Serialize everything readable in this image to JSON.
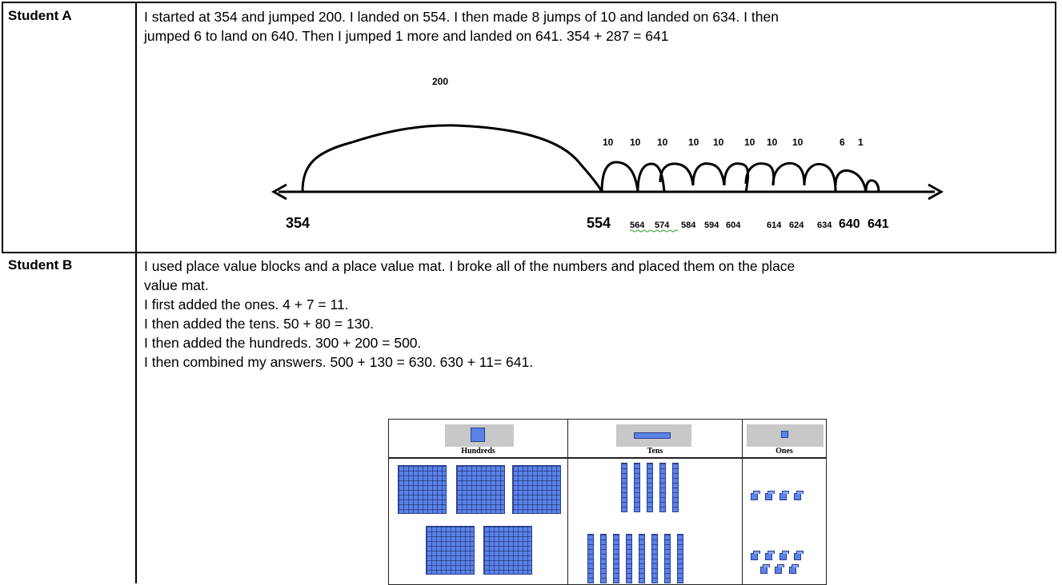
{
  "rows": [
    {
      "label": "Student A",
      "lines": [
        "I started at 354 and jumped 200. I landed on 554. I then made 8 jumps of 10 and landed on 634. I then",
        "jumped 6 to land on 640. Then I jumped 1 more and landed on 641. 354 + 287 = 641"
      ]
    },
    {
      "label": "Student B",
      "lines": [
        "I used place value blocks and a place value mat. I broke all of the numbers and placed them on the place",
        "value mat.",
        "I first added the ones. 4 + 7 = 11.",
        "I then added the tens. 50 + 80 = 130.",
        "I then added the hundreds. 300 + 200 = 500.",
        "I then combined my answers. 500 + 130 = 630. 630 + 11= 641."
      ]
    }
  ],
  "number_line": {
    "big_jump_label": "200",
    "small_jump_labels": [
      "10",
      "10",
      "10",
      "10",
      "10",
      "10",
      "10",
      "10",
      "6",
      "1"
    ],
    "start_label": "354",
    "landing_label": "554",
    "tick_labels": [
      "564",
      "574",
      "584",
      "594",
      "604",
      "614",
      "624",
      "634"
    ],
    "end_labels": [
      "640",
      "641"
    ]
  },
  "place_value_mat": {
    "columns": [
      "Hundreds",
      "Tens",
      "Ones"
    ]
  }
}
